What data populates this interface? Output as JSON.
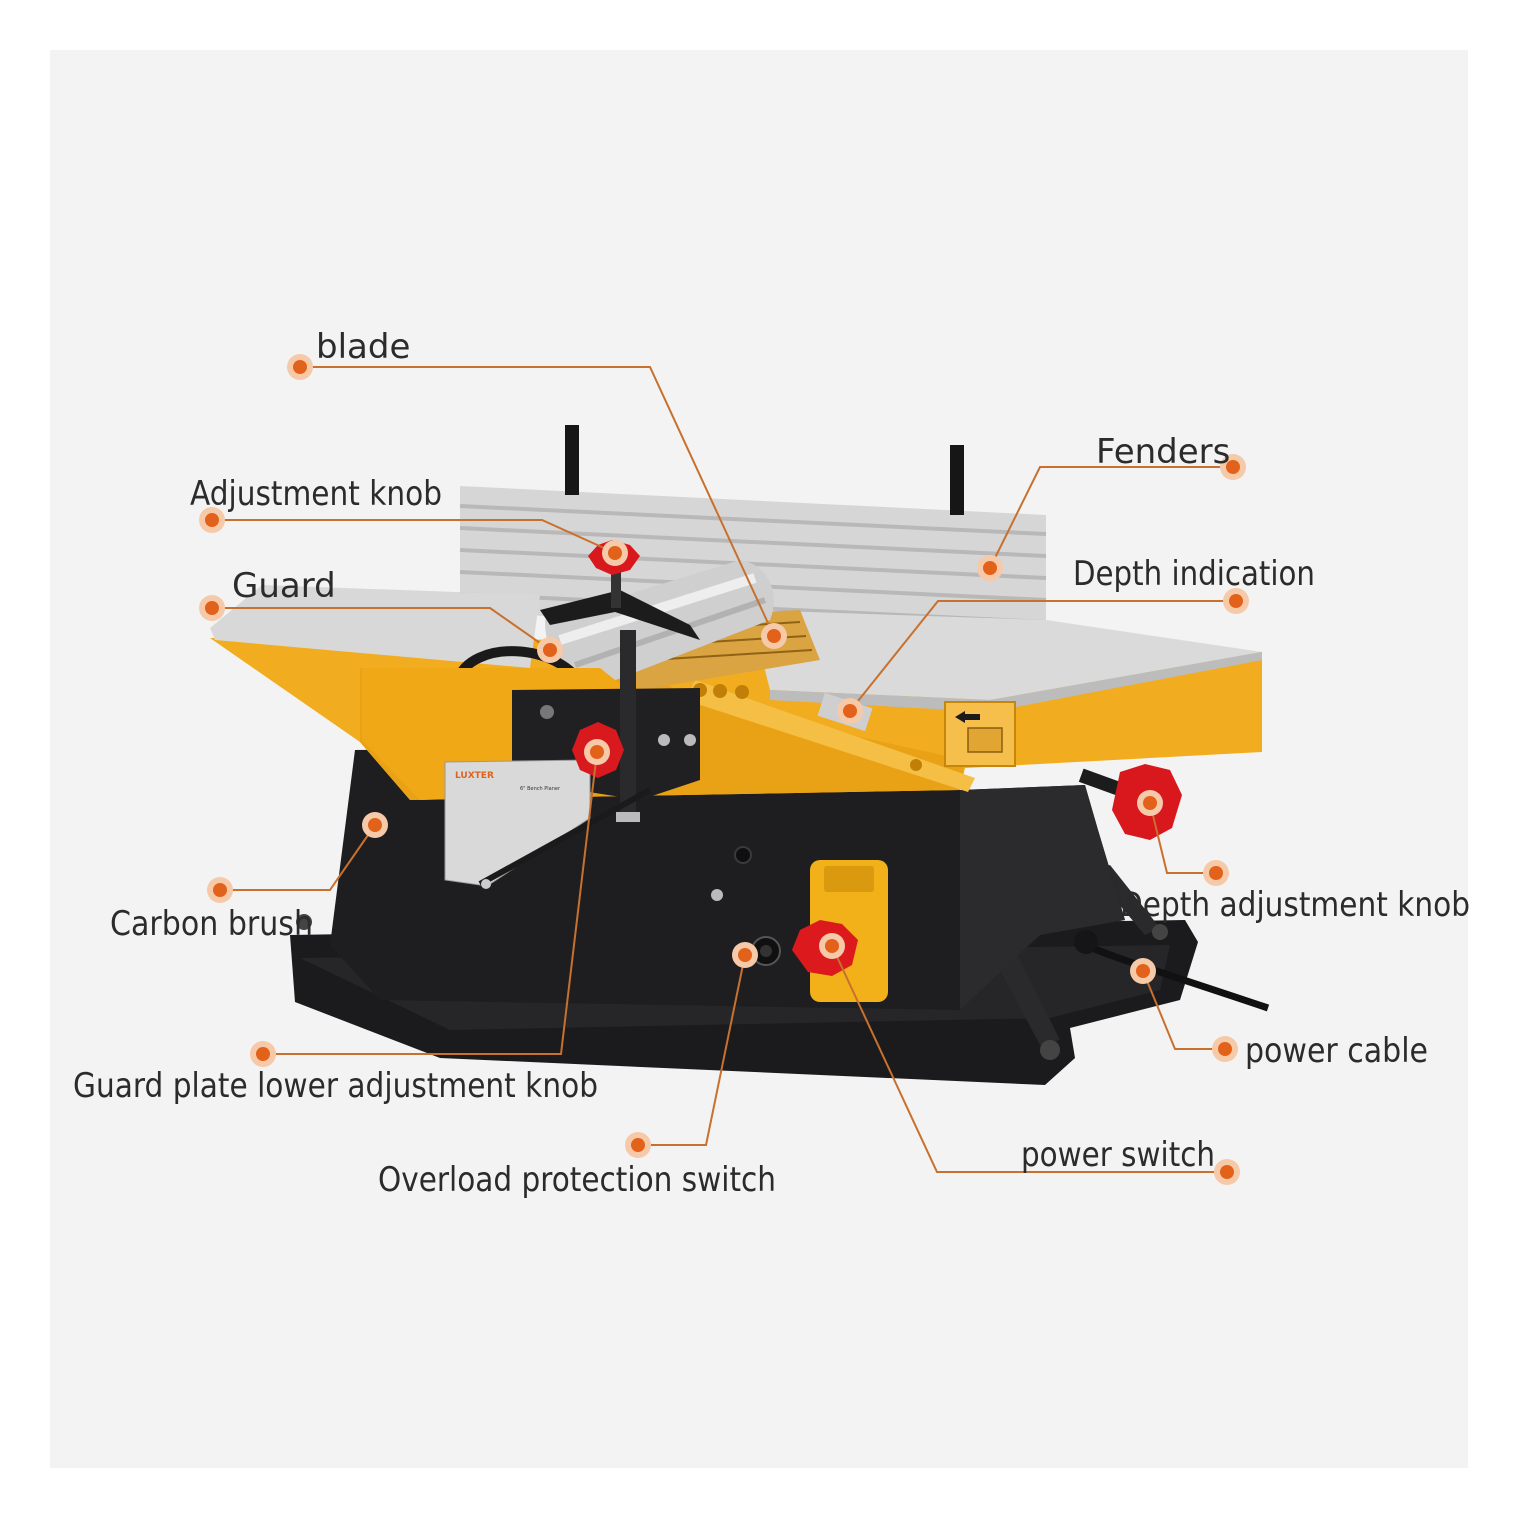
{
  "colors": {
    "background": "#f3f3f3",
    "leader": "#c8702e",
    "marker": "#e2621b",
    "machine_yellow": "#f2ac1f",
    "machine_black": "#1d1d1f",
    "knob_red": "#d8181c",
    "table_silver": "#d9d9d9"
  },
  "plate": {
    "brand": "LUXTER",
    "lines": [
      "6\" Bench Planer"
    ]
  },
  "callouts": [
    {
      "id": "blade",
      "label": "blade"
    },
    {
      "id": "adjustment-knob",
      "label": "Adjustment knob"
    },
    {
      "id": "guard",
      "label": "Guard"
    },
    {
      "id": "fenders",
      "label": "Fenders"
    },
    {
      "id": "depth-indication",
      "label": "Depth indication"
    },
    {
      "id": "carbon-brush",
      "label": "Carbon brush"
    },
    {
      "id": "depth-adjustment-knob",
      "label": "Depth adjustment knob"
    },
    {
      "id": "power-cable",
      "label": "power cable"
    },
    {
      "id": "guard-plate-lower-adjustment-knob",
      "label": "Guard plate lower adjustment knob"
    },
    {
      "id": "overload-protection-switch",
      "label": "Overload protection switch"
    },
    {
      "id": "power-switch",
      "label": "power switch"
    }
  ]
}
